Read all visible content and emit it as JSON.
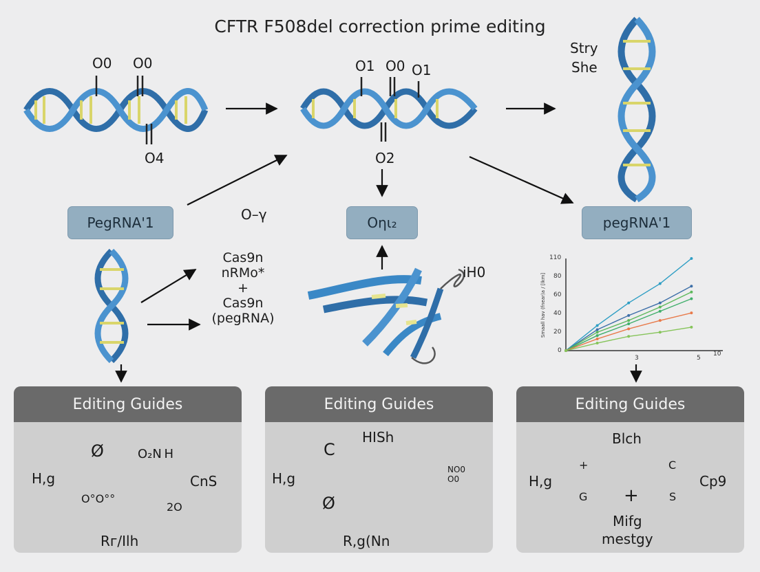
{
  "title": "CFTR F508del correction prime editing",
  "top_left_helix": {
    "labels": [
      "O0",
      "O0",
      "O4"
    ]
  },
  "top_mid_helix": {
    "labels": [
      "O1",
      "O0",
      "O1",
      "O2"
    ]
  },
  "top_right_helix": {
    "labels": [
      "Stry",
      "She"
    ]
  },
  "mid_labels": {
    "pill_left": "PegRNA'1",
    "free_text": "O–γ",
    "pill_center": "Oηι₂",
    "pill_right": "pegRNA'1",
    "protein_label": "iH0",
    "cas9_lines": [
      "Cas9n",
      "nRMo*",
      "+",
      "Cas9n",
      "(pegRNA)"
    ]
  },
  "chart": {
    "y_ticks": [
      "110",
      "80",
      "60",
      "40",
      "20",
      "0"
    ],
    "x_ticks": [
      "3",
      "5",
      "10"
    ],
    "ylabel": "Smaall hav (fnear)a / [lkm]"
  },
  "chart_data": {
    "type": "line",
    "x": [
      0,
      2,
      4,
      6,
      8
    ],
    "series": [
      {
        "values": [
          0,
          30,
          57,
          80,
          110
        ],
        "color": "#2e9ec4"
      },
      {
        "values": [
          0,
          25,
          42,
          57,
          77
        ],
        "color": "#3d6fa8"
      },
      {
        "values": [
          0,
          22,
          36,
          52,
          70
        ],
        "color": "#5db85b"
      },
      {
        "values": [
          0,
          18,
          32,
          47,
          62
        ],
        "color": "#3fae6a"
      },
      {
        "values": [
          0,
          14,
          26,
          36,
          45
        ],
        "color": "#e87a4a"
      },
      {
        "values": [
          0,
          9,
          17,
          22,
          28
        ],
        "color": "#86c45a"
      }
    ],
    "xlim": [
      0,
      10
    ],
    "ylim": [
      0,
      110
    ]
  },
  "panels": [
    {
      "heading": "Editing Guides",
      "left": "H,g",
      "top_box": "Ø",
      "bottom_box": "O°O°°",
      "chem": "O₂N H",
      "chem_right": "CnS",
      "chem_sub": "2O",
      "footer": "Rг/Ilh"
    },
    {
      "heading": "Editing Guides",
      "left": "H,g",
      "top_box": "C",
      "bottom_box": "Ø",
      "top_right": "HISh",
      "chem": "NO0 O0",
      "footer": "R,g(Nn"
    },
    {
      "heading": "Editing Guides",
      "left": "H,g",
      "right": "Cp9",
      "top": "Blch",
      "circles": [
        "+",
        "C",
        "G",
        "S"
      ],
      "center": "+",
      "footer_1": "Mifg",
      "footer_2": "mestgy"
    }
  ]
}
